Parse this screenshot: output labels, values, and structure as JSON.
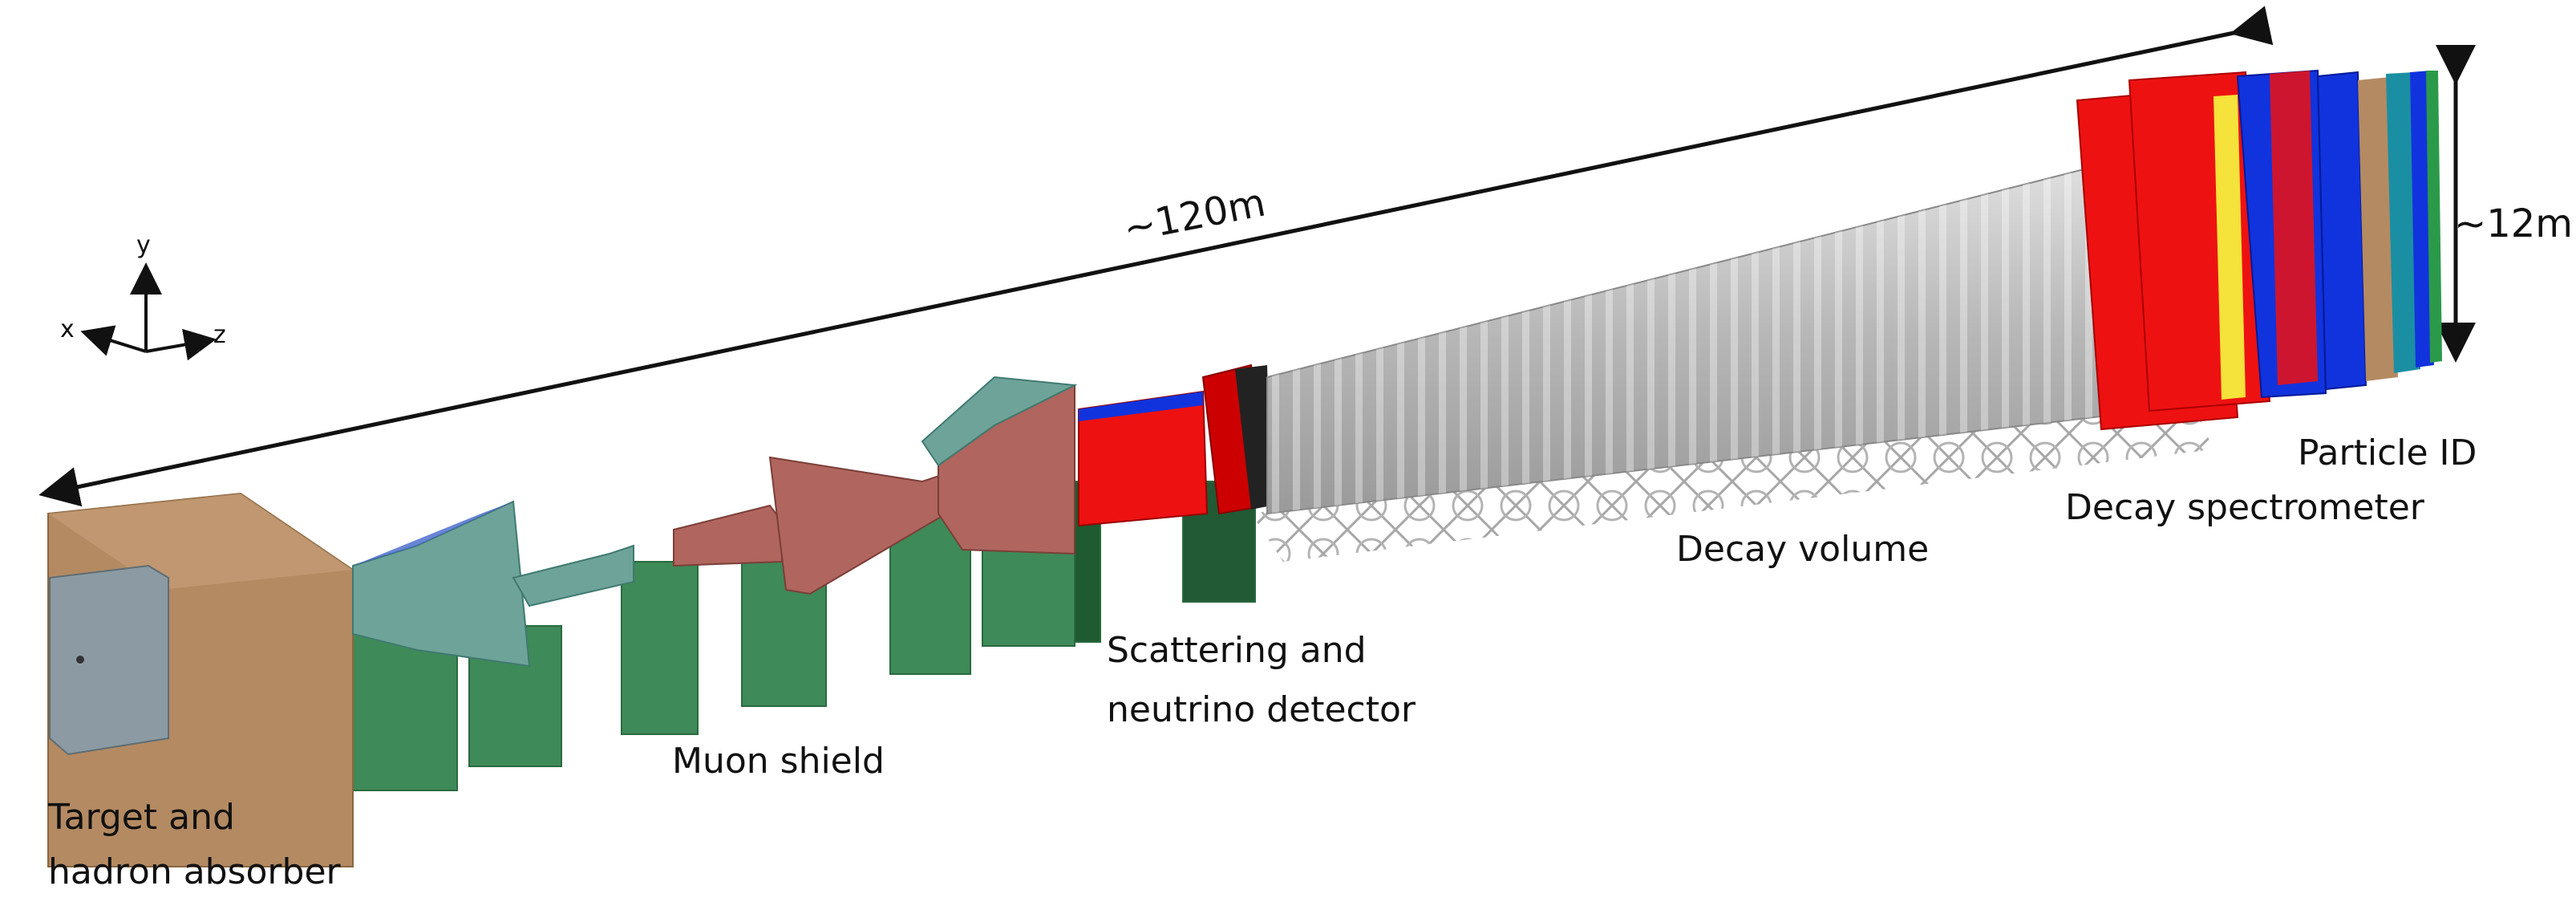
{
  "dimensions": {
    "length": "~120m",
    "height": "~12m"
  },
  "axes": {
    "y": "y",
    "x": "x",
    "z": "z"
  },
  "labels": {
    "target": [
      "Target and",
      "hadron absorber"
    ],
    "muon_shield": "Muon shield",
    "scattering": [
      "Scattering and",
      "neutrino detector"
    ],
    "decay_volume": "Decay volume",
    "particle_id": "Particle ID",
    "decay_spectrometer": "Decay spectrometer"
  },
  "colors": {
    "target_block": "#b48a62",
    "target_face": "#8c9ba3",
    "support": "#3e8a58",
    "muon_shield_teal": "#6ea39a",
    "muon_shield_red": "#b0655e",
    "detector_red": "#ee1111",
    "decay_volume": "#c9c9c9",
    "spectrometer_blue": "#1133dd"
  }
}
